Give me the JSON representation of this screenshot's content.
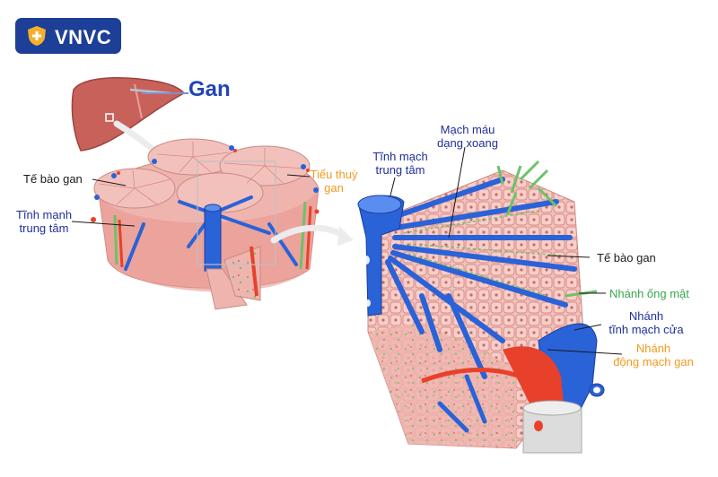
{
  "brand": {
    "name": "VNVC",
    "color": "#1d3f97"
  },
  "title": "Gan",
  "labels": {
    "hepatocyte_left": "Tế bào gan",
    "central_vein_left": [
      "Tĩnh mạnh",
      "trung tâm"
    ],
    "lobule": [
      "Tiểu thuỳ",
      "gan"
    ],
    "sinusoid": [
      "Mạch máu",
      "dạng xoang"
    ],
    "central_vein_right": [
      "Tĩnh mạch",
      "trung tâm"
    ],
    "hepatocyte_right": "Tế bào gan",
    "bile_duct": "Nhánh ống mật",
    "portal_vein": [
      "Nhánh",
      "tĩnh mạch cửa"
    ],
    "hepatic_artery": [
      "Nhánh",
      "động mạch gan"
    ]
  },
  "colors": {
    "label_blue": "#1f2f9c",
    "label_orange": "#f39a1e",
    "label_green": "#3aa64b",
    "vein": "#2a62d8",
    "artery": "#e8412b",
    "bile": "#6cc267",
    "tissue": "#f0b4ae",
    "liver": "#c8615a"
  }
}
